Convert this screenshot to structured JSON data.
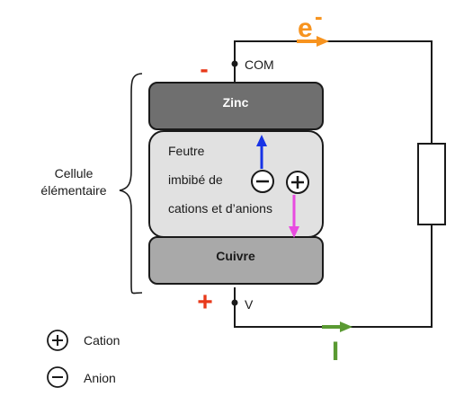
{
  "cell": {
    "zinc_label": "Zinc",
    "cuivre_label": "Cuivre",
    "feutre_lines": [
      "Feutre",
      "imbibé de",
      "cations et d’anions"
    ]
  },
  "bracket": {
    "lines": [
      "Cellule",
      "élémentaire"
    ]
  },
  "terminals": {
    "com_label": "COM",
    "v_label": "V",
    "minus_sign": "-",
    "plus_sign": "+"
  },
  "current": {
    "electron_label": "e",
    "electron_charge": "-",
    "current_label": "I"
  },
  "legend": {
    "cation_label": "Cation",
    "anion_label": "Anion",
    "plus_symbol": "+",
    "minus_symbol": "−"
  },
  "colors": {
    "electrode_zinc": "#6f6f6f",
    "electrode_cuivre": "#a9a9a9",
    "felt": "#e1e1e1",
    "sign_red": "#e8391a",
    "electron_orange": "#f7931e",
    "current_green": "#5a9a32",
    "arrow_blue": "#1733e6",
    "arrow_magenta": "#e84be0",
    "wire": "#1a1a1a"
  }
}
